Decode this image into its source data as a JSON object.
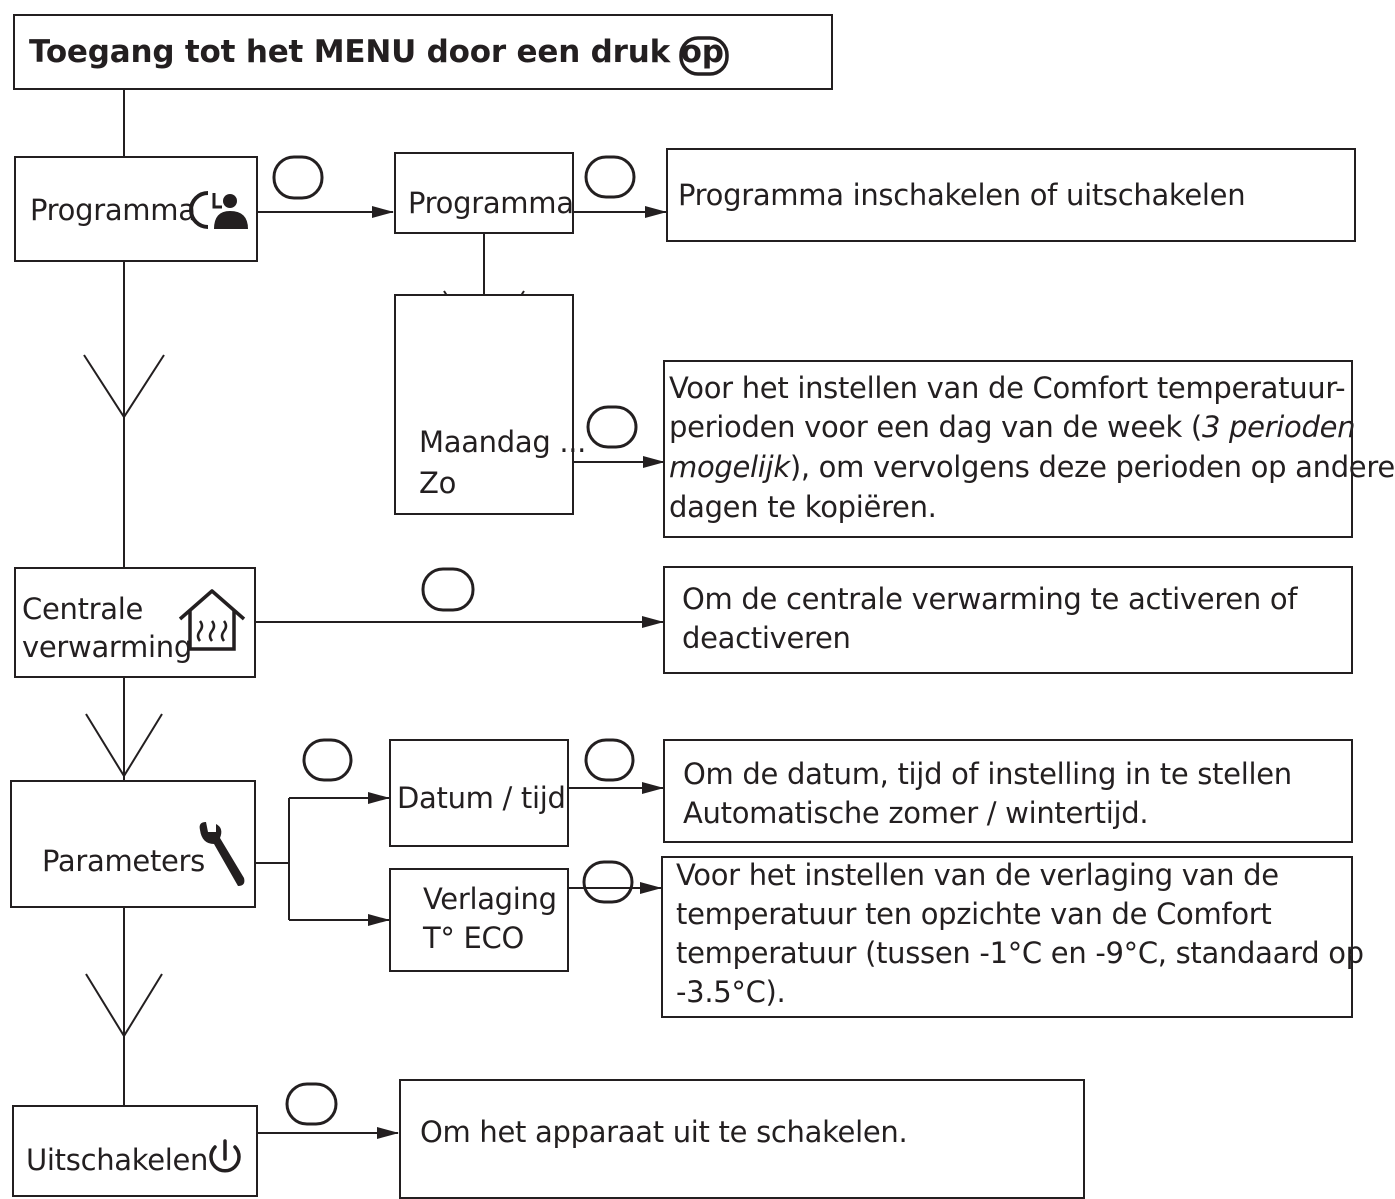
{
  "title": {
    "prefix": "Toegang tot het MENU door een druk op"
  },
  "nodes": {
    "programma": "Programma",
    "programma_sub": "Programma",
    "maandag_l1": "Maandag ...",
    "maandag_l2": "Zo",
    "centrale_l1": "Centrale",
    "centrale_l2": "verwarming",
    "parameters": "Parameters",
    "datum": "Datum / tijd",
    "verlaging_l1": "Verlaging",
    "verlaging_l2": "T° ECO",
    "uitschakelen": "Uitschakelen"
  },
  "descriptions": {
    "programma_toggle": "Programma inschakelen of uitschakelen",
    "comfort_l1": "Voor het instellen van de Comfort temperatuur-",
    "comfort_l2a": "perioden voor een dag van de week (",
    "comfort_l2_italic": "3 perioden",
    "comfort_l3_italic": "mogelijk",
    "comfort_l3b": "), om vervolgens deze perioden op andere",
    "comfort_l4": "dagen te kopiëren.",
    "centrale_l1": "Om de centrale verwarming te activeren of",
    "centrale_l2": "deactiveren",
    "datum_l1": "Om de datum, tijd of instelling in te stellen",
    "datum_l2": "Automatische zomer / wintertijd.",
    "verlaging_l1": "Voor het instellen van de verlaging van de",
    "verlaging_l2": "temperatuur ten opzichte van de Comfort",
    "verlaging_l3": "temperatuur (tussen -1°C en -9°C, standaard op",
    "verlaging_l4": "-3.5°C).",
    "uitschakelen": "Om het apparaat uit te schakelen."
  },
  "icons": {
    "menu_button": "ok-button-icon",
    "programma": "clock-person-icon",
    "centrale": "house-heating-icon",
    "parameters": "wrench-icon",
    "uitschakelen": "power-icon"
  },
  "colors": {
    "line": "#231f20",
    "background": "#ffffff"
  }
}
